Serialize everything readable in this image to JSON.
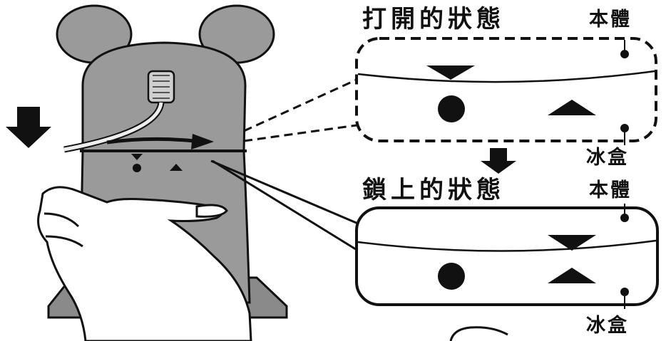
{
  "panels": {
    "open": {
      "title": "打開的狀態",
      "body_label": "本體",
      "ice_box_label": "冰盒"
    },
    "locked": {
      "title": "鎖上的狀態",
      "body_label": "本體",
      "ice_box_label": "冰盒"
    }
  },
  "colors": {
    "ink": "#111111",
    "machine_fill": "#9a9a9a",
    "machine_dark": "#808080",
    "background": "#ffffff"
  },
  "icons": [
    "down-arrow-icon",
    "rotate-arrow-icon",
    "down-triangle-icon",
    "up-triangle-icon",
    "circle-marker-icon",
    "hand-icon"
  ]
}
